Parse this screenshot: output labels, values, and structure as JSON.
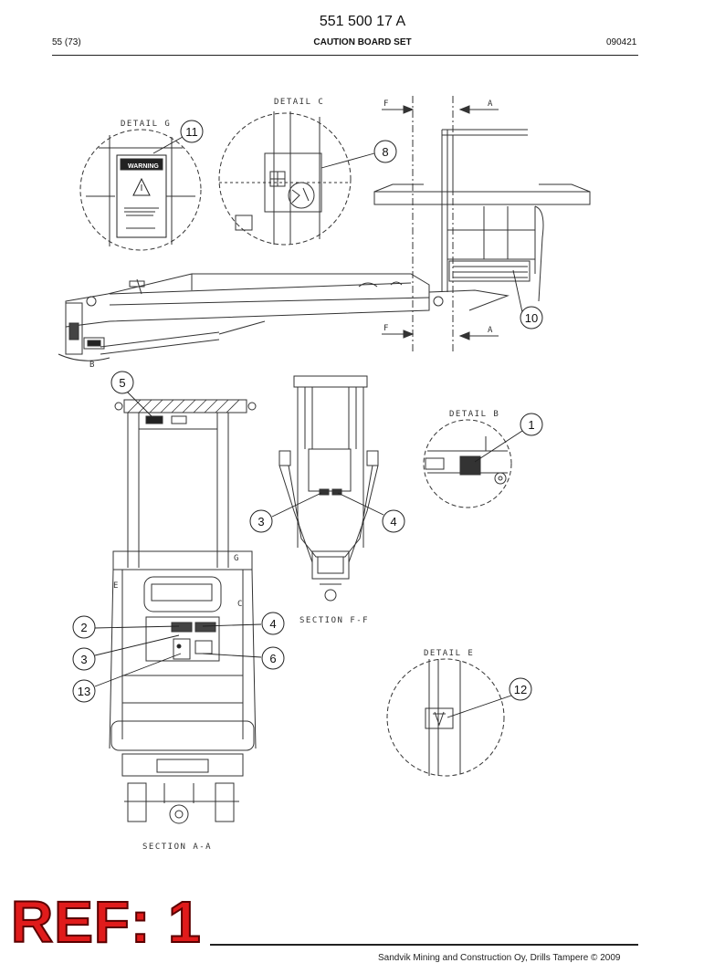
{
  "header": {
    "doc_number": "551 500 17 A",
    "page": "55 (73)",
    "title": "CAUTION BOARD SET",
    "date_code": "090421"
  },
  "footer": {
    "text": "Sandvik Mining and Construction Oy, Drills Tampere © 2009"
  },
  "stamp": {
    "ref_label": "REF: 1",
    "color": "#e01b1b"
  },
  "views": {
    "detail_g": "DETAIL G",
    "detail_c": "DETAIL C",
    "detail_b": "DETAIL B",
    "detail_e": "DETAIL E",
    "section_aa": "SECTION A-A",
    "section_ff": "SECTION F-F",
    "marker_f": "F",
    "marker_a": "A",
    "marker_b": "B",
    "marker_g": "G",
    "marker_e": "E",
    "marker_c": "C",
    "warning_sign": "WARNING"
  },
  "callouts": [
    "11",
    "8",
    "10",
    "5",
    "1",
    "3",
    "4",
    "2",
    "4",
    "3",
    "6",
    "13",
    "12"
  ]
}
